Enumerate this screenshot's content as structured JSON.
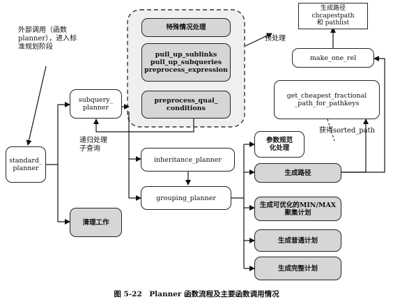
{
  "nodes": {
    "standard_planner": "standard_\nplanner",
    "subquery_planner": "subquery_\nplanner",
    "special_handling": "特殊情况处理",
    "pullup": "pull_up_sublinks\npull_up_subqueries\npreprocess_expression",
    "preprocess_qual": "preprocess_qual_\nconditions",
    "generate_path_top": "生成路径\nchcapestpath\n和 pathlist",
    "make_one_rel": "make_one_rel",
    "get_cheapest": "get_cheapest_fractional\n_path_for_pathkeys",
    "param_normalize": "参数规范\n化处理",
    "generate_path": "生成路径",
    "minmax_plan": "生成可优化的MIN/MAX\n聚集计划",
    "normal_plan": "生成普通计划",
    "full_plan": "生成完整计划",
    "inheritance_planner": "inheritance_planner",
    "grouping_planner": "grouping_planner",
    "cleanup": "清理工作"
  },
  "labels": {
    "external_call": "外部调用（函数\nplanner），进入标\n准规划阶段",
    "preprocess": "预处理",
    "recursive": "递归处理\n子查询",
    "get_sorted": "获得sorted_path"
  },
  "caption": "图 5-22　Planner 函数流程及主要函数调用情况"
}
